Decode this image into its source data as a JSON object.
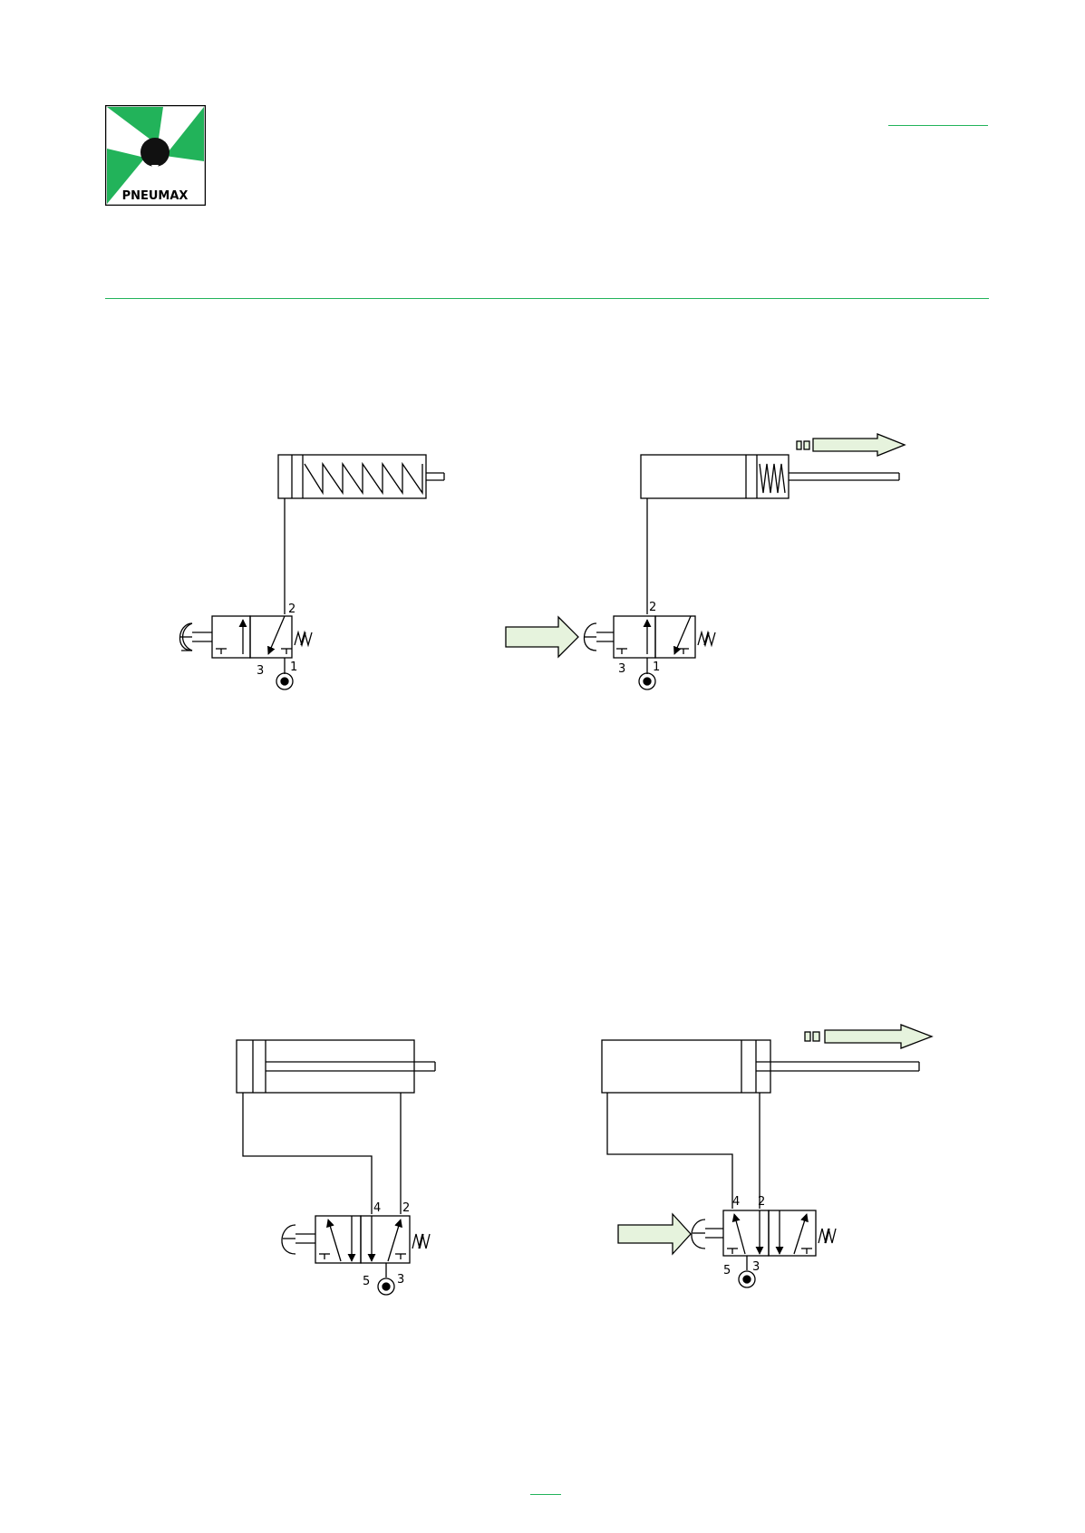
{
  "logo": {
    "text": "PNEUMAX"
  },
  "colors": {
    "brand_green": "#22b35a",
    "arrow_fill": "#e6f3dd"
  },
  "diagrams": [
    {
      "id": "single-acting-rest",
      "ports": {
        "p2": "2",
        "p3": "3",
        "p1": "1"
      }
    },
    {
      "id": "single-acting-actuated",
      "ports": {
        "p2": "2",
        "p3": "3",
        "p1": "1"
      }
    },
    {
      "id": "double-acting-rest",
      "ports": {
        "p4": "4",
        "p2": "2",
        "p5": "5",
        "p3": "3"
      }
    },
    {
      "id": "double-acting-actuated",
      "ports": {
        "p4": "4",
        "p2": "2",
        "p5": "5",
        "p3": "3"
      }
    }
  ]
}
